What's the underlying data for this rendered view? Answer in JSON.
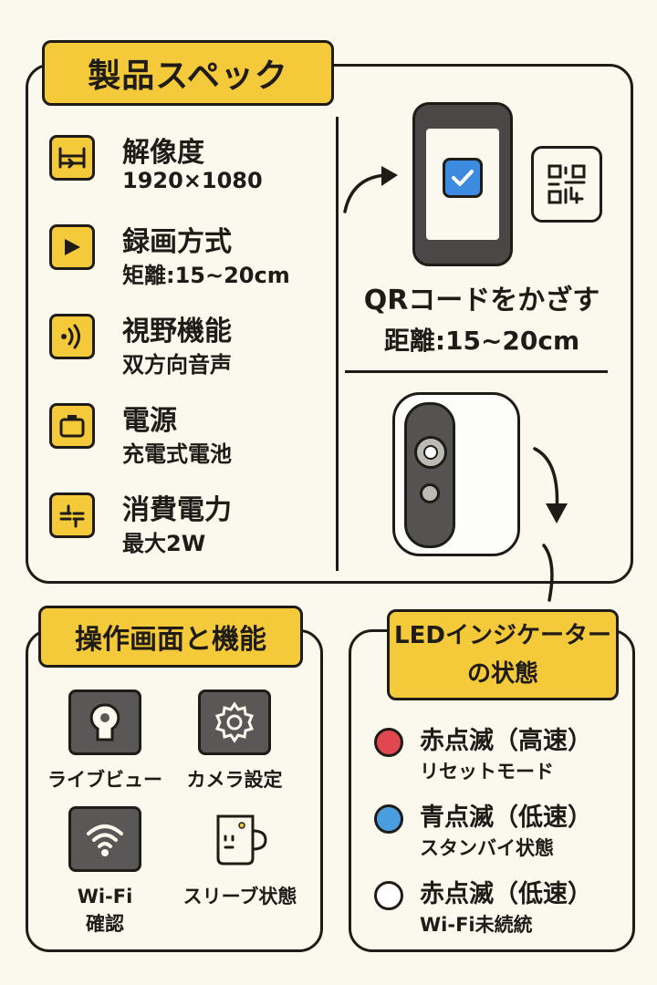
{
  "spec": {
    "title": "製品スペック",
    "items": [
      {
        "icon": "resolution-icon",
        "label": "解像度",
        "value": "1920×1080"
      },
      {
        "icon": "play-icon",
        "label": "録画方式",
        "value": "矩離:15~20cm"
      },
      {
        "icon": "sound-wave-icon",
        "label": "視野機能",
        "value": "双方向音声"
      },
      {
        "icon": "battery-icon",
        "label": "電源",
        "value": "充電式電池"
      },
      {
        "icon": "power-icon",
        "label": "消費電力",
        "value": "最大2W"
      }
    ],
    "qr_text": "QRコードをかざす",
    "qr_distance": "距離:15~20cm"
  },
  "operations": {
    "title": "操作画面と機能",
    "items": [
      {
        "icon": "live-view-icon",
        "label": "ライブビュー"
      },
      {
        "icon": "gear-icon",
        "label": "カメラ設定"
      },
      {
        "icon": "wifi-icon",
        "label": "Wi-Fi",
        "label2": "確認"
      },
      {
        "icon": "sleep-mug-icon",
        "label": "スリーブ状態"
      }
    ]
  },
  "led": {
    "title_line1": "LEDインジケーター",
    "title_line2": "の状態",
    "items": [
      {
        "color": "#e0474f",
        "state": "赤点滅（高速）",
        "desc": "リセットモード"
      },
      {
        "color": "#4a9ee0",
        "state": "青点滅（低速）",
        "desc": "スタンバイ状態"
      },
      {
        "color": "#ffffff",
        "state": "赤点滅（低速）",
        "desc": "Wi-Fi未続統"
      }
    ]
  },
  "colors": {
    "accent": "#f4c93a",
    "background": "#fbf8ee",
    "outline": "#1f1b16"
  }
}
